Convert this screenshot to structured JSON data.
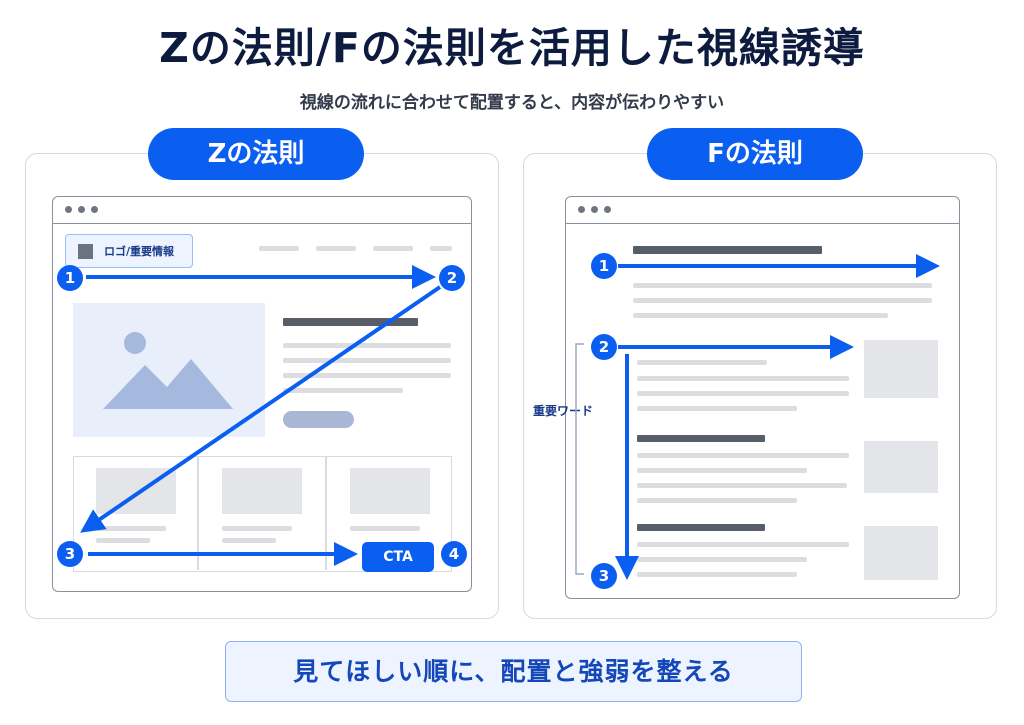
{
  "title": "Zの法則/Fの法則を活用した視線誘導",
  "subtitle": "視線の流れに合わせて配置すると、内容が伝わりやすい",
  "z_panel": {
    "heading": "Zの法則",
    "logo_label": "ロゴ/重要情報",
    "cta_label": "CTA",
    "steps": [
      "1",
      "2",
      "3",
      "4"
    ]
  },
  "f_panel": {
    "heading": "Fの法則",
    "keyword_label": "重要ワード",
    "steps": [
      "1",
      "2",
      "3"
    ]
  },
  "footer": "見てほしい順に、配置と強弱を整える",
  "colors": {
    "accent": "#0b5ff0",
    "title": "#0d1b3e",
    "footer_text": "#1448b8"
  },
  "icons": [
    "image-placeholder-icon",
    "arrow-right-icon",
    "arrow-diagonal-icon",
    "arrow-down-icon"
  ]
}
